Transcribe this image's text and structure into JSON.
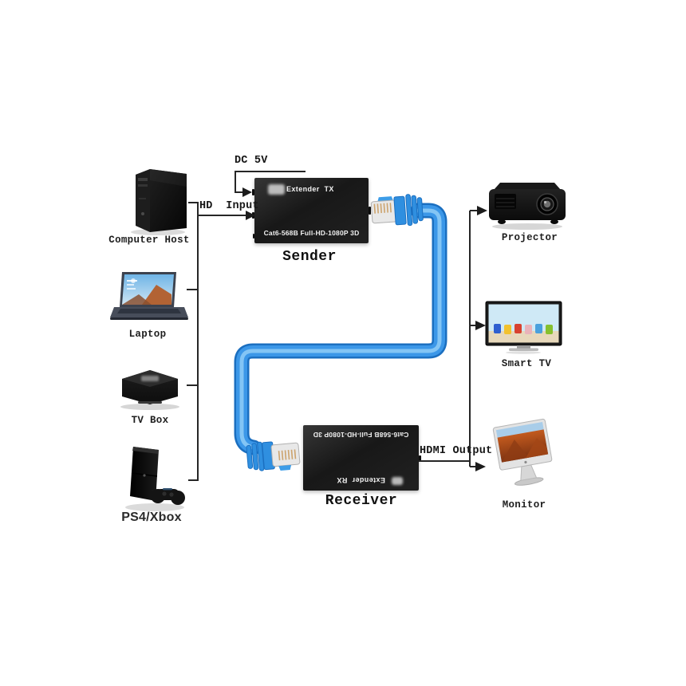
{
  "labels": {
    "dc_power": "DC 5V",
    "hd_input": "HD  Input",
    "hdmi_output": "HDMI Output"
  },
  "sender": {
    "caption": "Sender",
    "panel_line1": "Extender  TX",
    "panel_line2": "Cat6-568B Full-HD-1080P 3D"
  },
  "receiver": {
    "caption": "Receiver",
    "panel_line1": "Cat6-568B Full-HD-1080P 3D",
    "panel_line2": "Extender  RX"
  },
  "sources": [
    {
      "id": "computer-host",
      "label": "Computer Host"
    },
    {
      "id": "laptop",
      "label": "Laptop"
    },
    {
      "id": "tv-box",
      "label": "TV Box"
    },
    {
      "id": "ps4-xbox",
      "label": "PS4/Xbox"
    }
  ],
  "displays": [
    {
      "id": "projector",
      "label": "Projector"
    },
    {
      "id": "smart-tv",
      "label": "Smart TV"
    },
    {
      "id": "monitor",
      "label": "Monitor"
    }
  ],
  "colors": {
    "cable_outline": "#1b6fc0",
    "cable_main": "#3b97e8",
    "cable_highlight": "#8ccaf6",
    "line": "#262626",
    "box_body": "#1b1b1b",
    "panel_text": "#f2f2f2"
  }
}
